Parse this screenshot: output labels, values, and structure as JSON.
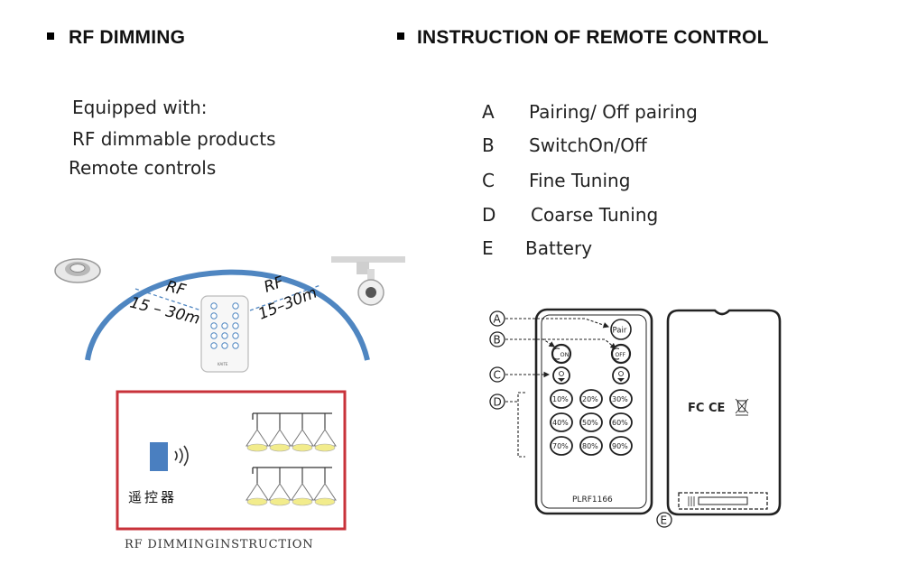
{
  "left_section": {
    "heading": "RF DIMMING",
    "equipped_lines": [
      "Equipped with:",
      "RF dimmable products",
      "Remote controls"
    ],
    "diagram": {
      "rf_left_label": "RF",
      "rf_left_range": "15 – 30m",
      "rf_right_label": "RF",
      "rf_right_range": "15–30m",
      "remote_brand": "KAITE"
    },
    "instruction_box": {
      "remote_label": "遥控器",
      "border_color": "#c8323a",
      "sender_color": "#4a7fc0",
      "bulb_color": "#f2ec8c"
    },
    "caption": "RF DIMMINGINSTRUCTION"
  },
  "right_section": {
    "heading": "INSTRUCTION OF REMOTE CONTROL",
    "items": [
      {
        "letter": "A",
        "text": "Pairing/ Off  pairing"
      },
      {
        "letter": "B",
        "text": "SwitchOn/Off"
      },
      {
        "letter": "C",
        "text": "Fine Tuning"
      },
      {
        "letter": "D",
        "text": "Coarse Tuning"
      },
      {
        "letter": "E",
        "text": "Battery"
      }
    ],
    "remote": {
      "callouts": [
        "A",
        "B",
        "C",
        "D",
        "E"
      ],
      "pair_label": "Pair",
      "on_label": "ON",
      "off_label": "OFF",
      "percent_buttons": [
        "10%",
        "20%",
        "30%",
        "40%",
        "50%",
        "60%",
        "70%",
        "80%",
        "90%"
      ],
      "model": "PLRF1166",
      "back_marks": "FC CE"
    }
  }
}
